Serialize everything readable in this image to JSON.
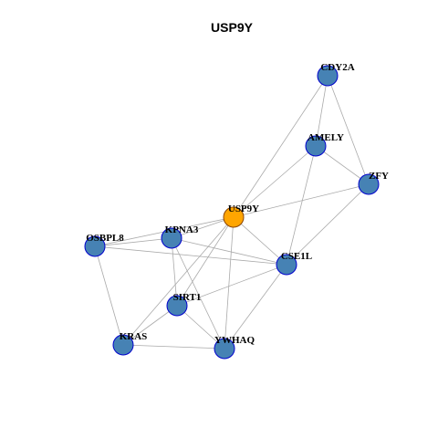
{
  "title": "USP9Y",
  "colors": {
    "center_fill": "#ffa500",
    "center_stroke": "#8b4500",
    "node_fill": "#4682b4",
    "node_stroke": "#0000cd",
    "edge": "#aaaaaa"
  },
  "nodes": [
    {
      "id": "USP9Y",
      "label": "USP9Y",
      "center": true
    },
    {
      "id": "CDY2A",
      "label": "CDY2A"
    },
    {
      "id": "AMELY",
      "label": "AMELY"
    },
    {
      "id": "ZFY",
      "label": "ZFY"
    },
    {
      "id": "KPNA3",
      "label": "KPNA3"
    },
    {
      "id": "OSBPL8",
      "label": "OSBPL8"
    },
    {
      "id": "CSE1L",
      "label": "CSE1L"
    },
    {
      "id": "SIRT1",
      "label": "SIRT1"
    },
    {
      "id": "KRAS",
      "label": "KRAS"
    },
    {
      "id": "YWHAQ",
      "label": "YWHAQ"
    }
  ],
  "edges": [
    [
      "CDY2A",
      "AMELY"
    ],
    [
      "CDY2A",
      "ZFY"
    ],
    [
      "CDY2A",
      "USP9Y"
    ],
    [
      "AMELY",
      "ZFY"
    ],
    [
      "AMELY",
      "USP9Y"
    ],
    [
      "AMELY",
      "CSE1L"
    ],
    [
      "ZFY",
      "USP9Y"
    ],
    [
      "ZFY",
      "CSE1L"
    ],
    [
      "USP9Y",
      "KPNA3"
    ],
    [
      "USP9Y",
      "OSBPL8"
    ],
    [
      "USP9Y",
      "CSE1L"
    ],
    [
      "USP9Y",
      "SIRT1"
    ],
    [
      "USP9Y",
      "KRAS"
    ],
    [
      "USP9Y",
      "YWHAQ"
    ],
    [
      "KPNA3",
      "OSBPL8"
    ],
    [
      "KPNA3",
      "CSE1L"
    ],
    [
      "KPNA3",
      "SIRT1"
    ],
    [
      "KPNA3",
      "YWHAQ"
    ],
    [
      "OSBPL8",
      "KRAS"
    ],
    [
      "OSBPL8",
      "CSE1L"
    ],
    [
      "CSE1L",
      "SIRT1"
    ],
    [
      "CSE1L",
      "YWHAQ"
    ],
    [
      "SIRT1",
      "KRAS"
    ],
    [
      "SIRT1",
      "YWHAQ"
    ],
    [
      "KRAS",
      "YWHAQ"
    ]
  ]
}
